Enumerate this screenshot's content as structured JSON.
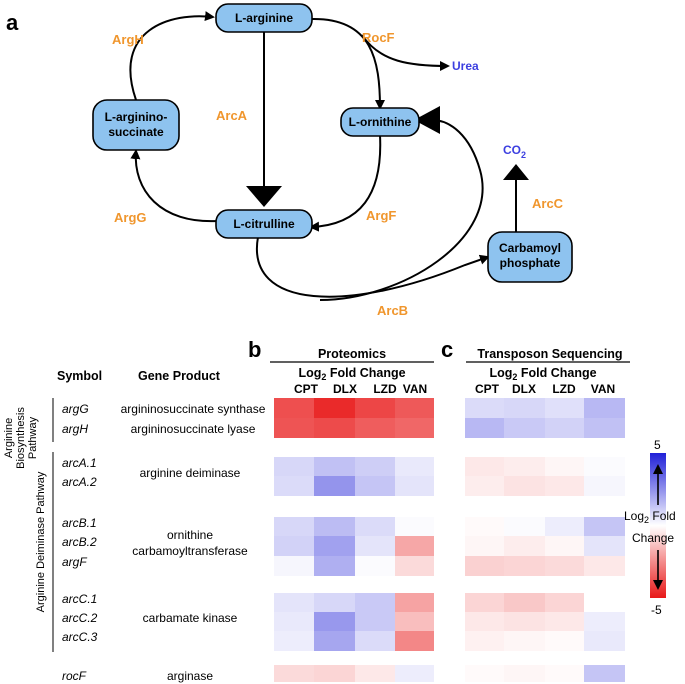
{
  "panels": {
    "a": "a",
    "b": "b",
    "c": "c"
  },
  "pathway": {
    "nodes": {
      "arginine": [
        "L-arginine"
      ],
      "argsucc": [
        "L-arginino-",
        "succinate"
      ],
      "ornithine": [
        "L-ornithine"
      ],
      "citrulline": [
        "L-citrulline"
      ],
      "carbamoyl": [
        "Carbamoyl",
        "phosphate"
      ]
    },
    "enzymes": {
      "argH": "ArgH",
      "rocF": "RocF",
      "arcA": "ArcA",
      "argG": "ArgG",
      "argF": "ArgF",
      "arcB": "ArcB",
      "arcC": "ArcC"
    },
    "products": {
      "urea": "Urea",
      "co2_base": "CO",
      "co2_sub": "2"
    }
  },
  "table": {
    "symbol_header": "Symbol",
    "product_header": "Gene Product",
    "proteomics_title": "Proteomics",
    "tnseq_title": "Transposon Sequencing",
    "lfc_base": "Log",
    "lfc_sub": "2",
    "lfc_rest": " Fold Change",
    "columns": [
      "CPT",
      "DLX",
      "LZD",
      "VAN"
    ],
    "pathway_labels": {
      "biosynthesis": [
        "Arginine",
        "Biosynthesis",
        "Pathway"
      ],
      "deiminase": "Arginine Deiminase Pathway"
    },
    "gene_products": {
      "argG": "argininosuccinate synthase",
      "argH": "argininosuccinate lyase",
      "arcA": "arginine deiminase",
      "arcB_argF": [
        "ornithine",
        "carbamoyltransferase"
      ],
      "arcC": "carbamate kinase",
      "rocF": "arginase"
    }
  },
  "colorbar": {
    "max": "5",
    "min": "-5",
    "label_base": "Log",
    "label_sub": "2",
    "label_rest": " Fold",
    "label_line2": "Change"
  },
  "heatmap": {
    "scale": [
      -5,
      5
    ],
    "rows": [
      {
        "gene": "argG",
        "proteomics": [
          -3.8,
          -4.6,
          -4.0,
          -3.6
        ],
        "tnseq": [
          0.8,
          0.9,
          0.7,
          1.6
        ]
      },
      {
        "gene": "argH",
        "proteomics": [
          -3.7,
          -3.9,
          -3.5,
          -3.3
        ],
        "tnseq": [
          1.6,
          1.2,
          1.0,
          1.4
        ]
      },
      {
        "gene": "arcA.1",
        "proteomics": [
          0.9,
          1.4,
          1.1,
          0.5
        ],
        "tnseq": [
          -0.5,
          -0.4,
          -0.2,
          0.1
        ]
      },
      {
        "gene": "arcA.2",
        "proteomics": [
          0.8,
          2.4,
          1.3,
          0.6
        ],
        "tnseq": [
          -0.4,
          -0.6,
          -0.5,
          0.2
        ]
      },
      {
        "gene": "arcB.1",
        "proteomics": [
          0.9,
          1.5,
          0.8,
          0.1
        ],
        "tnseq": [
          -0.1,
          0.1,
          0.4,
          1.3
        ]
      },
      {
        "gene": "arcB.2",
        "proteomics": [
          1.0,
          2.1,
          0.6,
          -1.9
        ],
        "tnseq": [
          -0.2,
          -0.4,
          -0.2,
          0.6
        ]
      },
      {
        "gene": "argF",
        "proteomics": [
          0.2,
          1.8,
          0.1,
          -0.8
        ],
        "tnseq": [
          -1.0,
          -0.9,
          -0.8,
          -0.5
        ]
      },
      {
        "gene": "arcC.1",
        "proteomics": [
          0.6,
          0.9,
          1.2,
          -2.0
        ],
        "tnseq": [
          -0.9,
          -1.2,
          -0.9,
          0.0
        ]
      },
      {
        "gene": "arcC.2",
        "proteomics": [
          0.5,
          2.3,
          1.2,
          -1.4
        ],
        "tnseq": [
          -0.5,
          -0.6,
          -0.5,
          0.4
        ]
      },
      {
        "gene": "arcC.3",
        "proteomics": [
          0.4,
          2.0,
          0.8,
          -2.6
        ],
        "tnseq": [
          -0.3,
          -0.2,
          -0.1,
          0.5
        ]
      },
      {
        "gene": "rocF",
        "proteomics": [
          -0.8,
          -0.9,
          -0.5,
          0.4
        ],
        "tnseq": [
          -0.1,
          -0.2,
          -0.1,
          1.3
        ]
      }
    ]
  }
}
